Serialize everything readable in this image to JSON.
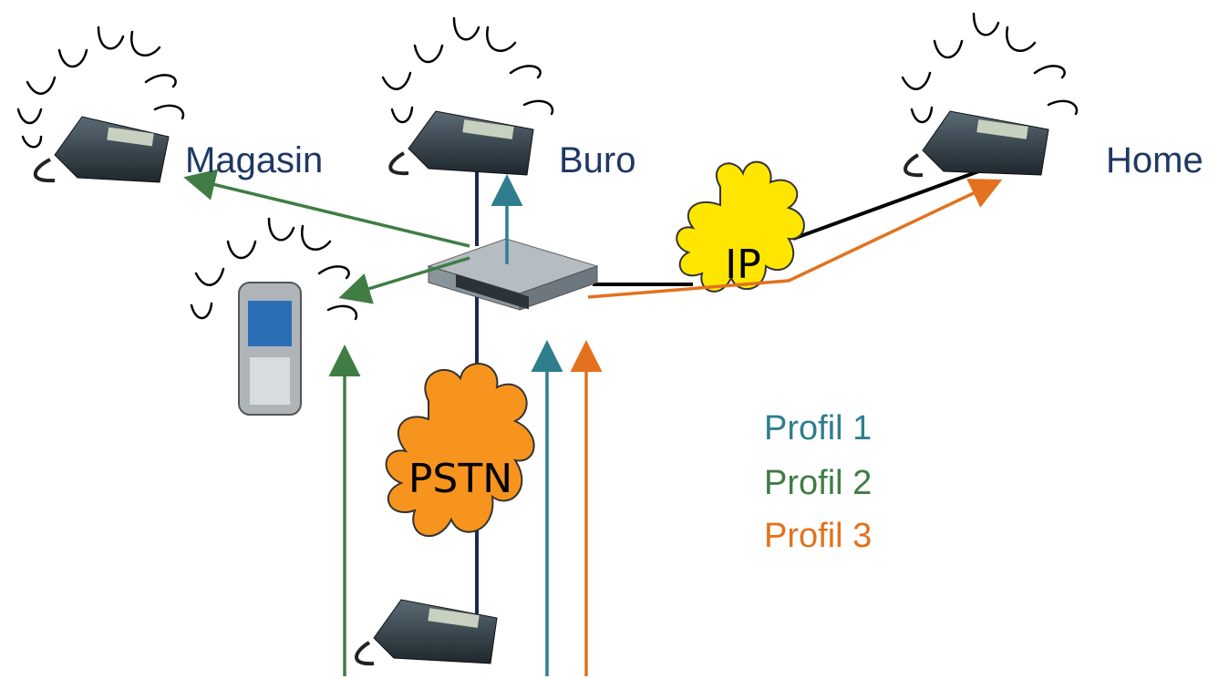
{
  "nodes": {
    "magasin": {
      "label": "Magasin"
    },
    "buro": {
      "label": "Buro"
    },
    "home": {
      "label": "Home"
    }
  },
  "clouds": {
    "ip": {
      "label": "IP"
    },
    "pstn": {
      "label": "PSTN"
    }
  },
  "legend": {
    "profile1": {
      "label": "Profil 1",
      "color": "#2e7e8e"
    },
    "profile2": {
      "label": "Profil 2",
      "color": "#3f7d44"
    },
    "profile3": {
      "label": "Profil 3",
      "color": "#e2721e"
    }
  },
  "colors": {
    "text_dark": "#1f3864",
    "ip_cloud": "#ffe600",
    "pstn_cloud": "#f7941d",
    "link_line": "#1a2a55"
  }
}
